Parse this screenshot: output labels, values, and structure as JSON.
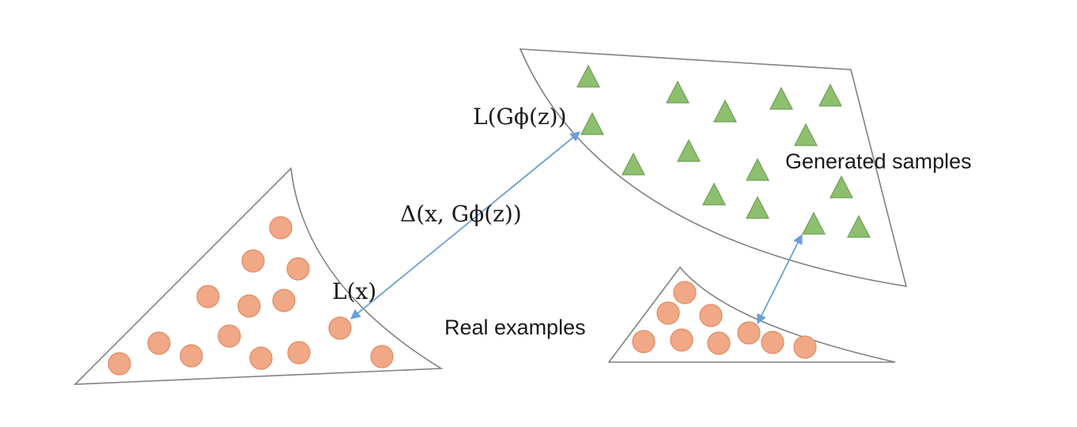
{
  "labels": {
    "generated_samples": "Generated samples",
    "real_examples": "Real examples",
    "L_G": "L(Gϕ(z))",
    "delta": "Δ(x, Gϕ(z))",
    "L_x": "L(x)"
  },
  "colors": {
    "outline": "#808080",
    "real_fill": "#f0a886",
    "real_stroke": "#e08a62",
    "gen_fill": "#8dbf6f",
    "gen_stroke": "#6f9f58",
    "arrow": "#6a9fd6",
    "text": "#1a1a1a"
  },
  "icons": {
    "real_sample": "circle",
    "generated_sample": "triangle"
  }
}
